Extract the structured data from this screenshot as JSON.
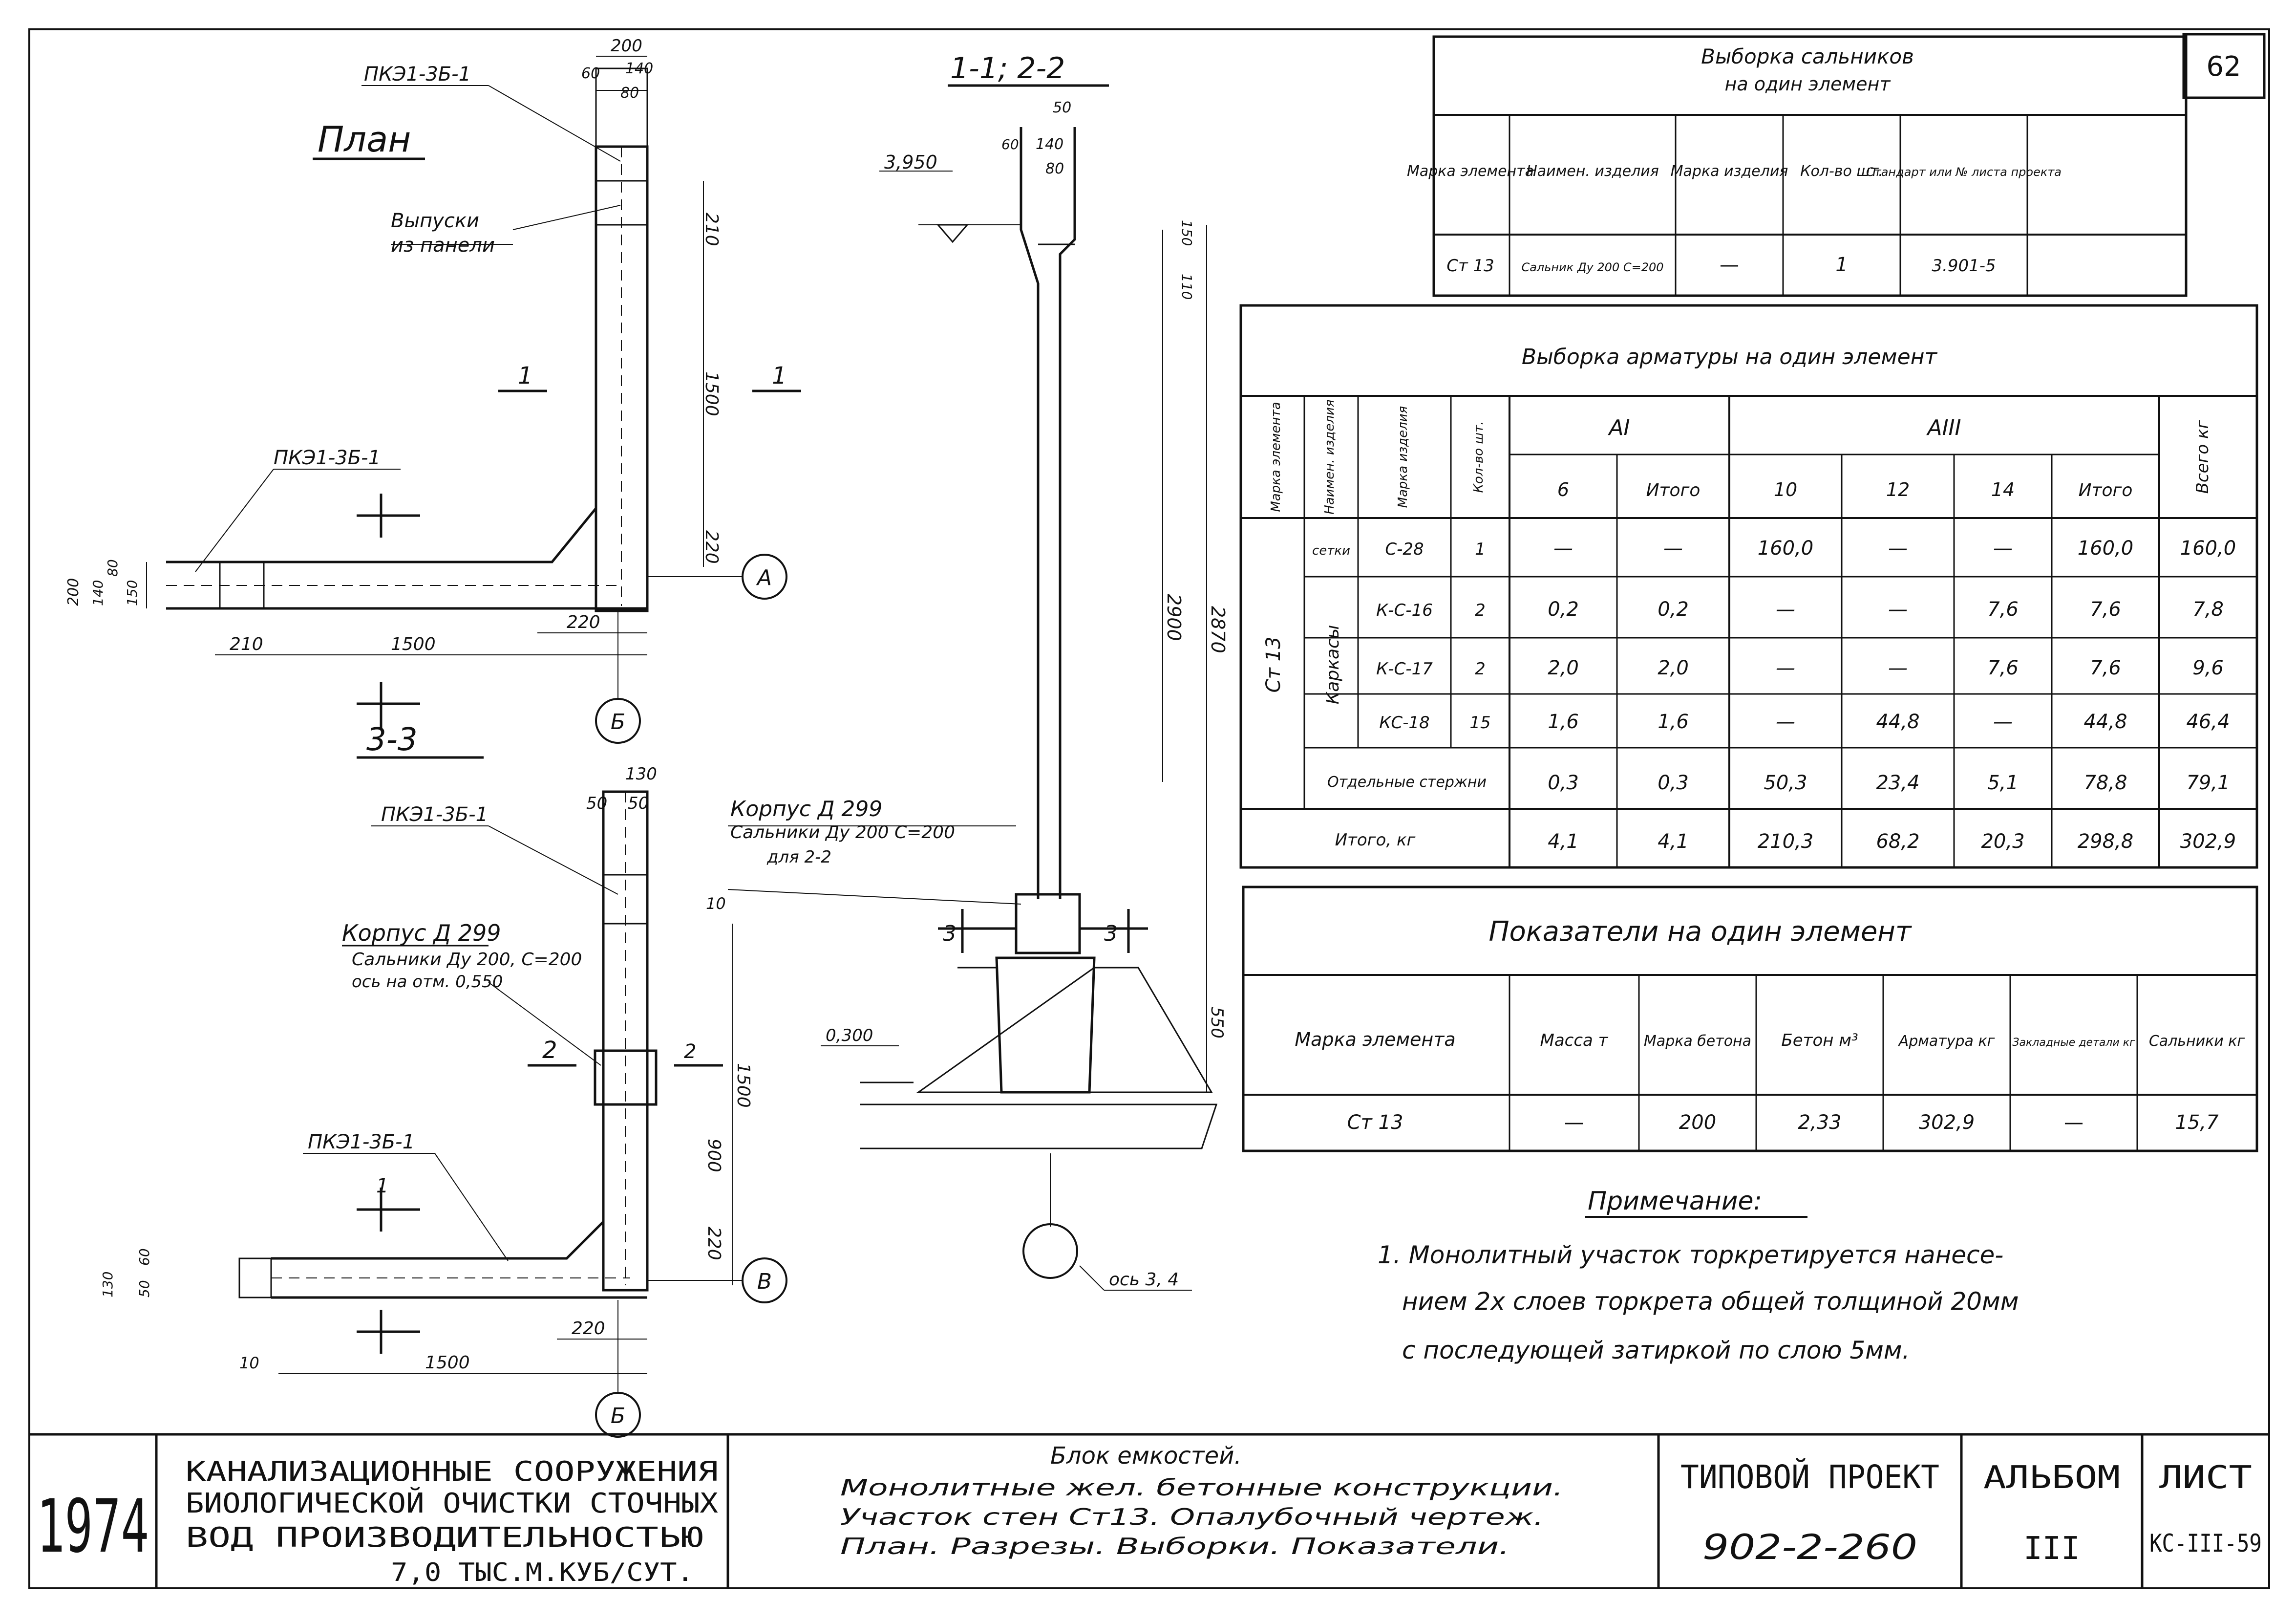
{
  "sheet": {
    "number": "62"
  },
  "plan": {
    "title": "План",
    "labels": {
      "panel_top": "ПКЭ1-3Б-1",
      "panel_left": "ПКЭ1-3Б-1",
      "outlets": "Выпуски",
      "outlets2": "из панели",
      "sec_left": "1",
      "sec_right": "1",
      "axis_a": "А",
      "axis_b": "Б"
    },
    "dims": {
      "top_200": "200",
      "top_60": "60",
      "top_140": "140",
      "top_80": "80",
      "d_210_v": "210",
      "d_1500_v": "1500",
      "d_220_v": "220",
      "d_200_l": "200",
      "d_140_l": "140",
      "d_80_l": "80",
      "d_150_l": "150",
      "d_210_h": "210",
      "d_1500_h": "1500",
      "d_220_h": "220"
    }
  },
  "section33": {
    "title": "3-3",
    "labels": {
      "panel_top": "ПКЭ1-3Б-1",
      "panel_bottom": "ПКЭ1-3Б-1",
      "housing": "Корпус Д 299",
      "gland": "Сальники Ду 200, С=200",
      "gland_ref": "ось на отм. 0,550",
      "sec2_left": "2",
      "sec2_right": "2",
      "sec1": "1",
      "axis_b_r": "В",
      "axis_b": "Б"
    },
    "dims": {
      "d_130": "130",
      "d_50a": "50",
      "d_50b": "50",
      "d_10": "10",
      "d_1500_v": "1500",
      "d_900": "900",
      "d_220_v": "220",
      "d_130_l": "130",
      "d_60_l": "60",
      "d_50_l": "50",
      "d_10_l": "10",
      "d_220_h": "220",
      "d_1500_h": "1500"
    }
  },
  "section11": {
    "title": "1-1; 2-2",
    "labels": {
      "elev_top": "3,950",
      "elev_mid": "0,300",
      "housing": "Корпус Д 299",
      "gland": "Сальники Ду 200 С=200",
      "gland2": "для 2-2",
      "axis": "ось 3, 4",
      "sec3_l": "3",
      "sec3_r": "3"
    },
    "dims": {
      "d_50": "50",
      "d_60": "60",
      "d_140": "140",
      "d_80": "80",
      "d_150": "150",
      "d_110": "110",
      "d_2900": "2900",
      "d_2870": "2870",
      "d_550": "550"
    }
  },
  "table_glands": {
    "title": "Выборка сальников",
    "subtitle": "на один элемент",
    "headers": [
      "Марка элемента",
      "Наимен. изделия",
      "Марка изделия",
      "Кол-во шт.",
      "Стандарт или № листа проекта"
    ],
    "rows": [
      [
        "Ст 13",
        "Сальник Ду 200 С=200",
        "—",
        "1",
        "3.901-5"
      ]
    ]
  },
  "table_rebar": {
    "title": "Выборка арматуры на один элемент",
    "headers": {
      "mark": "Марка элемента",
      "name": "Наимен. изделия",
      "item": "Марка изделия",
      "qty": "Кол-во шт.",
      "class1": "AI",
      "class3": "AIII",
      "total": "Всего кг",
      "d6": "6",
      "sub1": "Итого",
      "d10": "10",
      "d12": "12",
      "d14": "14",
      "sub3": "Итого"
    },
    "element": "Ст 13",
    "group": "Каркасы",
    "rows": [
      {
        "name": "сетки",
        "item": "С-28",
        "qty": "1",
        "v6": "—",
        "s1": "—",
        "v10": "160,0",
        "v12": "—",
        "v14": "—",
        "s3": "160,0",
        "total": "160,0"
      },
      {
        "name": "",
        "item": "К-С-16",
        "qty": "2",
        "v6": "0,2",
        "s1": "0,2",
        "v10": "—",
        "v12": "—",
        "v14": "7,6",
        "s3": "7,6",
        "total": "7,8"
      },
      {
        "name": "",
        "item": "К-С-17",
        "qty": "2",
        "v6": "2,0",
        "s1": "2,0",
        "v10": "—",
        "v12": "—",
        "v14": "7,6",
        "s3": "7,6",
        "total": "9,6"
      },
      {
        "name": "",
        "item": "КС-18",
        "qty": "15",
        "v6": "1,6",
        "s1": "1,6",
        "v10": "—",
        "v12": "44,8",
        "v14": "—",
        "s3": "44,8",
        "total": "46,4"
      }
    ],
    "extra": {
      "name": "Отдельные стержни",
      "v6": "0,3",
      "s1": "0,3",
      "v10": "50,3",
      "v12": "23,4",
      "v14": "5,1",
      "s3": "78,8",
      "total": "79,1"
    },
    "sum": {
      "name": "Итого, кг",
      "v6": "4,1",
      "s1": "4,1",
      "v10": "210,3",
      "v12": "68,2",
      "v14": "20,3",
      "s3": "298,8",
      "total": "302,9"
    }
  },
  "table_indicators": {
    "title": "Показатели на один элемент",
    "headers": [
      "Марка элемента",
      "Масса т",
      "Марка бетона",
      "Бетон м³",
      "Арматура кг",
      "Закладные детали кг",
      "Сальники кг"
    ],
    "rows": [
      [
        "Ст 13",
        "—",
        "200",
        "2,33",
        "302,9",
        "—",
        "15,7"
      ]
    ]
  },
  "note": {
    "title": "Примечание:",
    "lines": [
      "1. Монолитный участок торкретируется нанесе-",
      "нием 2х слоев торкрета общей толщиной 20мм",
      "с последующей затиркой по слою 5мм."
    ]
  },
  "title_block": {
    "year": "1974",
    "org": [
      "КАНАЛИЗАЦИОННЫЕ СООРУЖЕНИЯ",
      "БИОЛОГИЧЕСКОЙ ОЧИСТКИ СТОЧНЫХ",
      "ВОД ПРОИЗВОДИТЕЛЬНОСТЬЮ",
      "7,0 ТЫС.М.КУБ/СУТ."
    ],
    "desc": [
      "Блок емкостей.",
      "Монолитные жел. бетонные конструкции.",
      "Участок стен Ст13. Опалубочный чертеж.",
      "План. Разрезы. Выборки. Показатели."
    ],
    "project_label": "ТИПОВОЙ ПРОЕКТ",
    "project_no": "902-2-260",
    "album_label": "АЛЬБОМ",
    "album_no": "III",
    "sheet_label": "ЛИСТ",
    "sheet_no": "КС-III-59"
  }
}
